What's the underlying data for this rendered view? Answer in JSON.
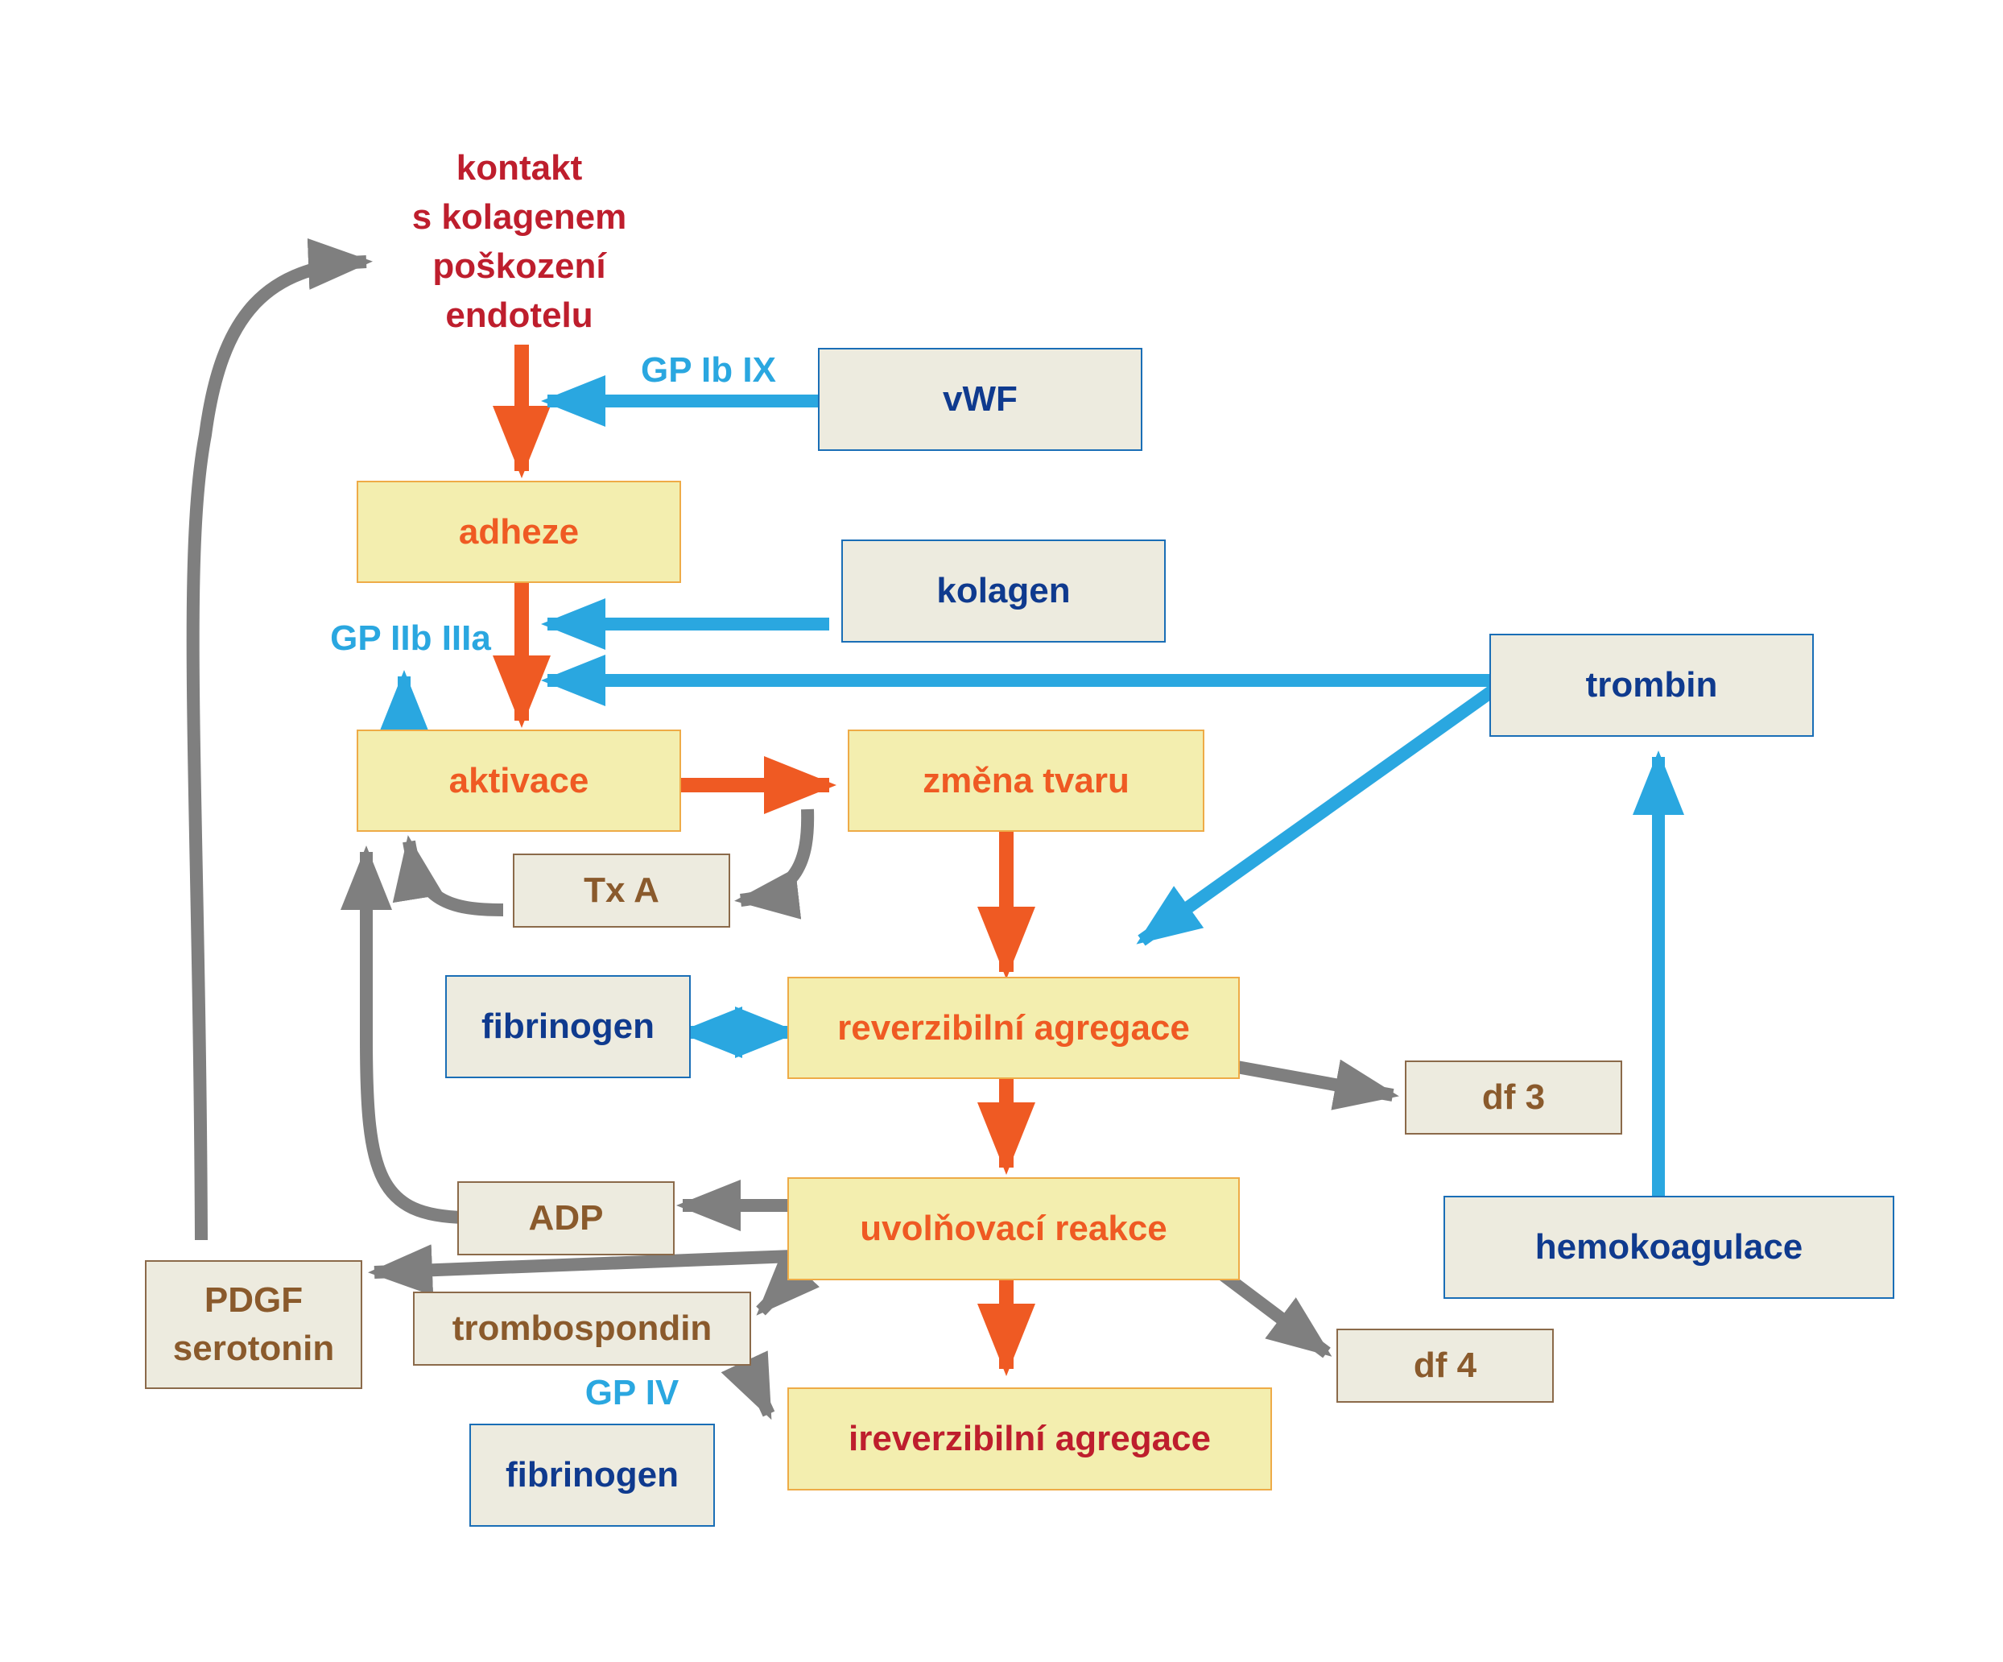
{
  "start": {
    "lines": [
      "kontakt",
      "s kolagenem",
      "poškození",
      "endotelu"
    ]
  },
  "steps": {
    "adheze": "adheze",
    "aktivace": "aktivace",
    "zmena_tvaru": "změna tvaru",
    "reverzibilni": "reverzibilní agregace",
    "uvolnovaci": "uvolňovací reakce",
    "ireverzibilni": "ireverzibilní agregace"
  },
  "factors": {
    "vwf": "vWF",
    "kolagen": "kolagen",
    "trombin": "trombin",
    "fibrinogen_1": "fibrinogen",
    "hemokoagulace": "hemokoagulace",
    "fibrinogen_2": "fibrinogen"
  },
  "products": {
    "txa": "Tx A",
    "df3": "df 3",
    "adp": "ADP",
    "pdgf_lines": [
      "PDGF",
      "serotonin"
    ],
    "trombospondin": "trombospondin",
    "df4": "df 4"
  },
  "receptors": {
    "gp_ib_ix": "GP Ib IX",
    "gp_iib_iiia": "GP IIb IIIa",
    "gp_iv": "GP IV"
  },
  "colors": {
    "step_fill": "#f3eeaf",
    "step_border": "#eeab47",
    "step_text": "#ef5a23",
    "start_text": "#be1e2d",
    "factor_fill": "#edebdf",
    "factor_border": "#1a6eb6",
    "factor_text": "#0f3a8e",
    "product_text": "#8a5a2c",
    "receptor_text": "#2aa7e0",
    "arrow_orange": "#ef5a23",
    "arrow_blue": "#2aa7e0",
    "arrow_gray": "#7f7f7f"
  }
}
